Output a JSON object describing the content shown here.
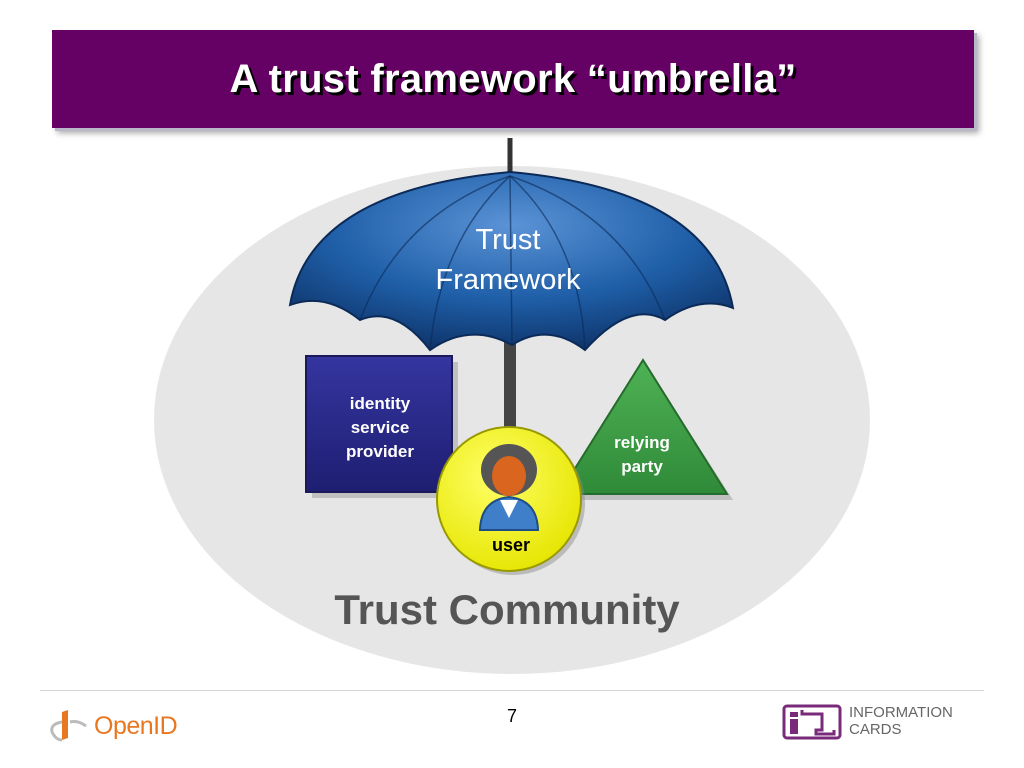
{
  "slide": {
    "title": "A trust framework “umbrella”",
    "page_number": "7"
  },
  "diagram": {
    "umbrella": {
      "line1": "Trust",
      "line2": "Framework"
    },
    "identity_provider": {
      "line1": "identity",
      "line2": "service",
      "line3": "provider"
    },
    "relying_party": {
      "line1": "relying",
      "line2": "party"
    },
    "user": {
      "label": "user"
    },
    "community": {
      "label": "Trust Community"
    }
  },
  "footer": {
    "openid_logo_text": "OpenID",
    "infocards_line1": "INFORMATION",
    "infocards_line2": "CARDS"
  },
  "colors": {
    "title_bar": "#650065",
    "umbrella": "#1f5fa8",
    "identity_box": "#2a2a8a",
    "relying_triangle": "#3f9b45",
    "user_circle": "#ffff00",
    "community_ellipse": "#e6e6e6",
    "openid_orange": "#e87722",
    "infocards_purple": "#7a2a7a"
  }
}
